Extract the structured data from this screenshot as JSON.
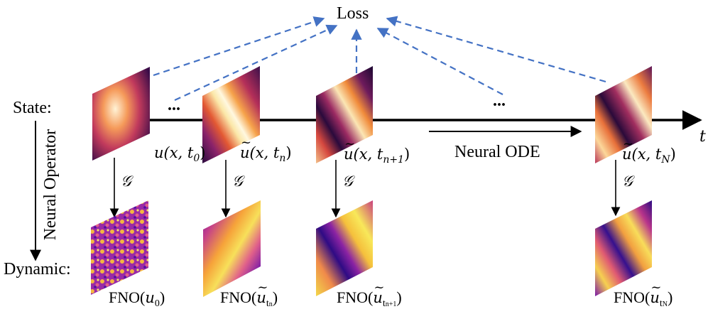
{
  "loss_label": "Loss",
  "state_label": "State:",
  "dynamic_label": "Dynamic:",
  "neural_operator_label": "Neural Operator",
  "neural_ode_label": "Neural ODE",
  "time_axis_label": "t",
  "ellipsis": "...",
  "operator_symbol": "𝒢",
  "state_labels": {
    "t0": {
      "base": "u(x, t",
      "sub": "0",
      "close": ")"
    },
    "tn": {
      "base": "u(x, t",
      "sub": "n",
      "close": ")"
    },
    "tn1": {
      "base": "u(x, t",
      "sub": "n+1",
      "close": ")"
    },
    "tN": {
      "base": "u(x, t",
      "sub": "N",
      "close": ")"
    }
  },
  "fno_labels": {
    "t0": {
      "prefix": "FNO(",
      "arg": "u",
      "sub": "0",
      "close": ")"
    },
    "tn": {
      "prefix": "FNO(",
      "arg": "u",
      "sub": "t",
      "subsub": "n",
      "close": ")"
    },
    "tn1": {
      "prefix": "FNO(",
      "arg": "u",
      "sub": "t",
      "subsub": "n+1",
      "close": ")"
    },
    "tN": {
      "prefix": "FNO(",
      "arg": "u",
      "sub": "t",
      "subsub": "N",
      "close": ")"
    }
  },
  "colors": {
    "dashed_arrow": "#4472c4",
    "axis": "#000000"
  },
  "icons": [
    "state-heatmap",
    "dynamic-heatmap",
    "arrow-icon"
  ]
}
